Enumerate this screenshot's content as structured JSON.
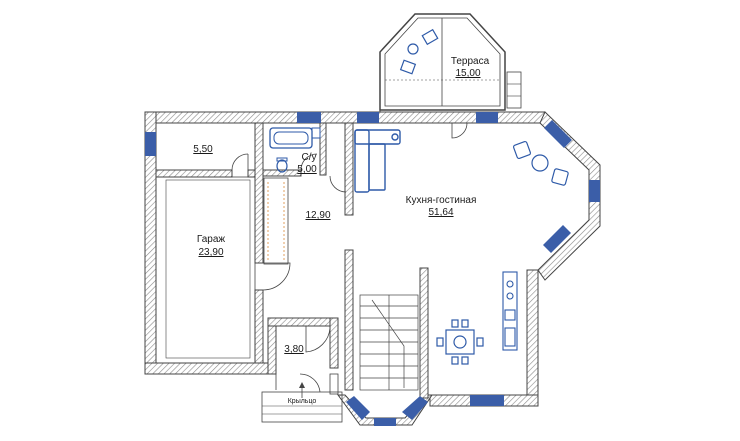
{
  "plan": {
    "colors": {
      "wall": "#5a5a5a",
      "wall_hatch": "#9a9a9a",
      "window": "#3b5ea8",
      "furniture": "#2e5aa8",
      "line": "#444444"
    },
    "rooms": {
      "terrace": {
        "name": "Терраса",
        "area": "15,00"
      },
      "storage": {
        "area": "5,50"
      },
      "bathroom": {
        "name": "С/у",
        "area": "5,00"
      },
      "garage": {
        "name": "Гараж",
        "area": "23,90"
      },
      "hall": {
        "area": "12,90"
      },
      "kitchen_living": {
        "name": "Кухня-гостиная",
        "area": "51,64"
      },
      "vestibule": {
        "area": "3,80"
      }
    },
    "entrance": {
      "label": "Крыльцо"
    }
  }
}
